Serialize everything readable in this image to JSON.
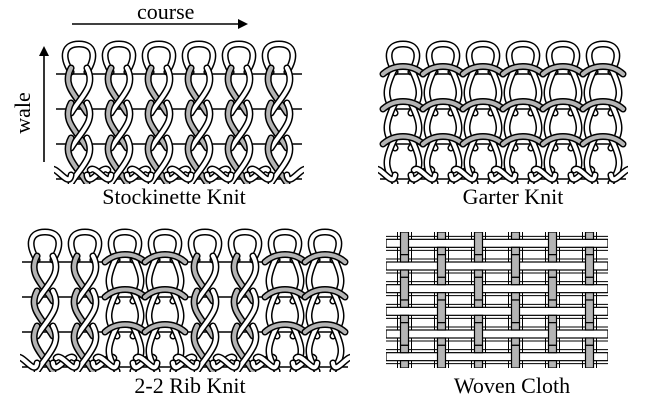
{
  "axes": {
    "course_label": "course",
    "wale_label": "wale"
  },
  "panels": [
    {
      "id": "stockinette",
      "caption": "Stockinette Knit",
      "kind": "knit",
      "columns": 6,
      "rows": 3,
      "pattern": [
        "k",
        "k",
        "k",
        "k",
        "k",
        "k"
      ]
    },
    {
      "id": "garter",
      "caption": "Garter Knit",
      "kind": "knit",
      "columns": 6,
      "rows": 3,
      "pattern": [
        "p",
        "p",
        "p",
        "p",
        "p",
        "p"
      ]
    },
    {
      "id": "rib",
      "caption": "2-2 Rib Knit",
      "kind": "knit",
      "columns": 8,
      "rows": 3,
      "pattern": [
        "k",
        "k",
        "p",
        "p",
        "k",
        "k",
        "p",
        "p"
      ]
    },
    {
      "id": "woven",
      "caption": "Woven Cloth",
      "kind": "woven",
      "columns": 6,
      "rows": 6,
      "pattern": []
    }
  ],
  "colors": {
    "ink": "#000000",
    "yarn_fill": "#ffffff",
    "yarn_shade": "#b4b4b4"
  }
}
